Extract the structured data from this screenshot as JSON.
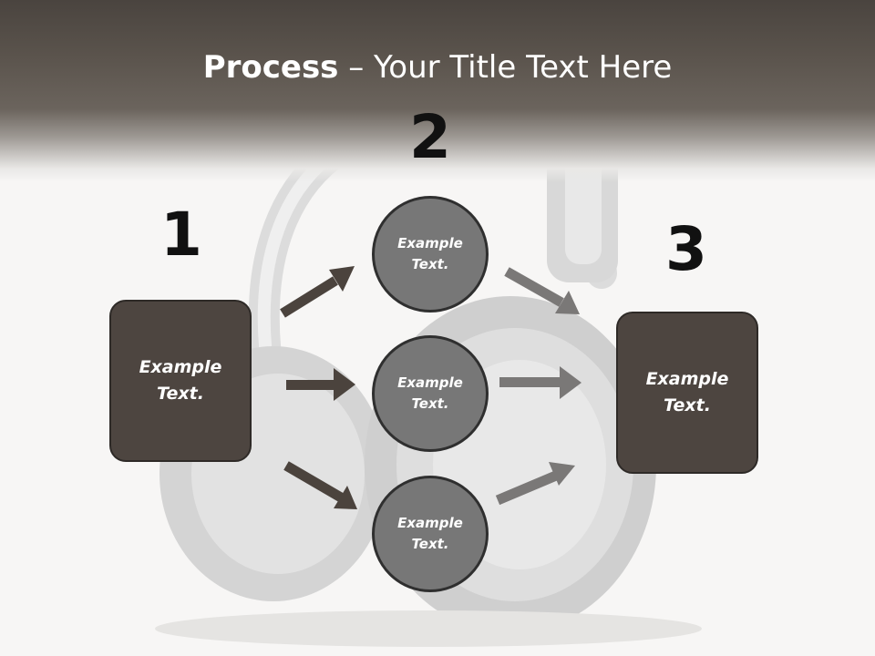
{
  "title": {
    "bold": "Process",
    "rest": " – Your Title Text Here"
  },
  "steps": [
    {
      "number": "1",
      "text": "Example Text."
    },
    {
      "number": "2",
      "text": "Example Text."
    },
    {
      "number": "3",
      "text": "Example Text."
    }
  ],
  "circles": [
    {
      "text": "Example Text."
    },
    {
      "text": "Example Text."
    },
    {
      "text": "Example Text."
    }
  ],
  "colors": {
    "header": "#4a443f",
    "box_fill": "#4d4540",
    "circle_fill": "#777777",
    "dark_arrow": "#4b433d",
    "light_arrow": "#7a7877"
  }
}
